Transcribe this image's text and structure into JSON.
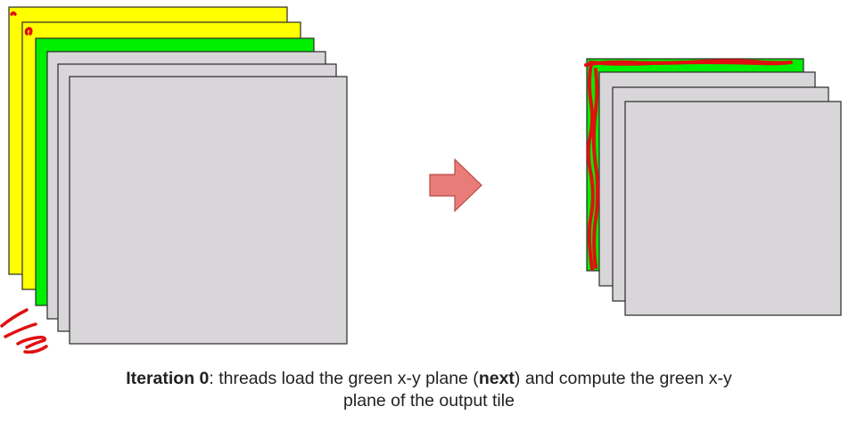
{
  "colors": {
    "yellow_plane": "#ffff00",
    "green_plane": "#00ee00",
    "gray_plane": "#d8d6d8",
    "plane_stroke": "#2a2a2a",
    "arrow_fill": "#e77c78",
    "arrow_stroke": "#b64a46",
    "annotation": "#e01010"
  },
  "caption": {
    "iteration_label": "Iteration 0",
    "text_part1": ": threads load the green x-y plane (",
    "next_label": "next",
    "text_part2": ") and compute the green x-y",
    "text_line2": "plane of the output tile"
  }
}
